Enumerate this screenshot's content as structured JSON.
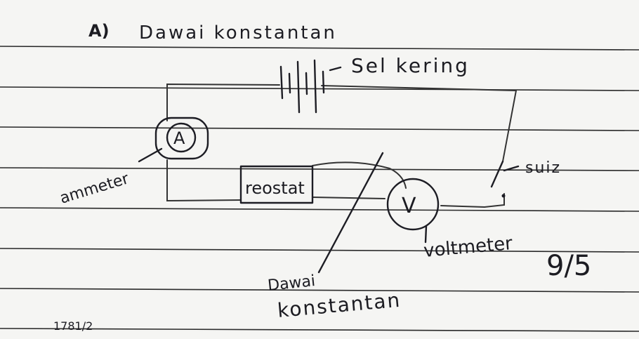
{
  "heading": {
    "marker": "A)",
    "title": "Dawai konstantan"
  },
  "labels": {
    "cell": "Sel kering",
    "ammeter_symbol": "A",
    "ammeter": "ammeter",
    "rheostat": "reostat",
    "voltmeter_symbol": "V",
    "voltmeter": "voltmeter",
    "switch": "suiz",
    "wire_line1": "Dawai",
    "wire_line2": "konstantan"
  },
  "score": "9/5",
  "footer_fragment": "1781/2"
}
